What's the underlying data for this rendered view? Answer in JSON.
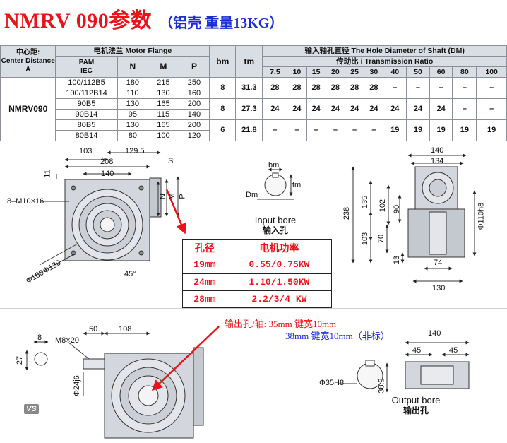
{
  "title": {
    "main": "NMRV 090参数",
    "sub": "（铝壳 重量13KG）"
  },
  "table": {
    "center_distance_cn": "中心距:",
    "center_distance_en": "Center Distance",
    "center_distance_unit": "A",
    "flange_header": "电机法兰  Motor Flange",
    "bore_header": "输入轴孔直径      The Hole Diameter of Shaft (DM)",
    "ratio_header": "传动比 i Transmission Ratio",
    "pam": "PAM",
    "iec": "IEC",
    "col_n": "N",
    "col_m": "M",
    "col_p": "P",
    "col_bm": "bm",
    "col_tm": "tm",
    "ratios": [
      "7.5",
      "10",
      "15",
      "20",
      "25",
      "30",
      "40",
      "50",
      "60",
      "80",
      "100"
    ],
    "model": "NMRV090",
    "groups": [
      {
        "bm": "8",
        "tm": "31.3",
        "rows": [
          {
            "pam": "100/112B5",
            "n": "180",
            "m": "215",
            "p": "250"
          },
          {
            "pam": "100/112B14",
            "n": "110",
            "m": "130",
            "p": "160"
          }
        ],
        "bores": [
          "28",
          "28",
          "28",
          "28",
          "28",
          "28",
          "–",
          "–",
          "–",
          "–",
          "–"
        ]
      },
      {
        "bm": "8",
        "tm": "27.3",
        "rows": [
          {
            "pam": "90B5",
            "n": "130",
            "m": "165",
            "p": "200"
          },
          {
            "pam": "90B14",
            "n": "95",
            "m": "115",
            "p": "140"
          }
        ],
        "bores": [
          "24",
          "24",
          "24",
          "24",
          "24",
          "24",
          "24",
          "24",
          "24",
          "–",
          "–"
        ]
      },
      {
        "bm": "6",
        "tm": "21.8",
        "rows": [
          {
            "pam": "80B5",
            "n": "130",
            "m": "165",
            "p": "200"
          },
          {
            "pam": "80B14",
            "n": "80",
            "m": "100",
            "p": "120"
          }
        ],
        "bores": [
          "–",
          "–",
          "–",
          "–",
          "–",
          "–",
          "19",
          "19",
          "19",
          "19",
          "19"
        ]
      }
    ]
  },
  "front_view": {
    "dim_103": "103",
    "dim_129_5": "129.5",
    "dim_208": "208",
    "dim_140": "140",
    "dim_11": "11",
    "bolt": "8–M10×16",
    "dia_130": "Φ130",
    "dia_160": "Φ160",
    "angle": "45°",
    "label_s": "S",
    "label_n": "N",
    "label_m": "M",
    "label_p": "P"
  },
  "input_bore": {
    "bm": "bm",
    "tm": "tm",
    "dm": "Dm",
    "caption_en": "Input bore",
    "caption_cn": "输入孔"
  },
  "power_table": {
    "header_bore": "孔径",
    "header_power": "电机功率",
    "rows": [
      {
        "bore": "19mm",
        "power": "0.55/0.75KW"
      },
      {
        "bore": "24mm",
        "power": "1.10/1.50KW"
      },
      {
        "bore": "28mm",
        "power": "2.2/3/4 KW"
      }
    ]
  },
  "side_view": {
    "dim_140": "140",
    "dim_134": "134",
    "dim_238": "238",
    "dim_135": "135",
    "dim_102": "102",
    "dim_90": "90",
    "dim_103": "103",
    "dim_70": "70",
    "dim_13": "13",
    "dim_74": "74",
    "dim_130": "130",
    "dim_110": "Φ110h8"
  },
  "output_note": {
    "line1": "输出孔/轴: 35mm 键宽10mm",
    "line2": "38mm 键宽10mm（非标）"
  },
  "bottom_view": {
    "dim_8": "8",
    "dim_27": "27",
    "dim_m8": "M8×20",
    "dim_50": "50",
    "dim_108": "108",
    "dim_24": "Φ24j6",
    "vs": "VS"
  },
  "output_bore": {
    "dim_35": "Φ35H8",
    "dim_38_3": "38.3",
    "dim_140": "140",
    "dim_45a": "45",
    "dim_45b": "45",
    "caption_en": "Output bore",
    "caption_cn": "输出孔"
  },
  "colors": {
    "accent_red": "#e8141a",
    "accent_blue": "#1a2dd6",
    "header_bg": "#d9dde4",
    "drawing_gray": "#c9ccd2"
  }
}
